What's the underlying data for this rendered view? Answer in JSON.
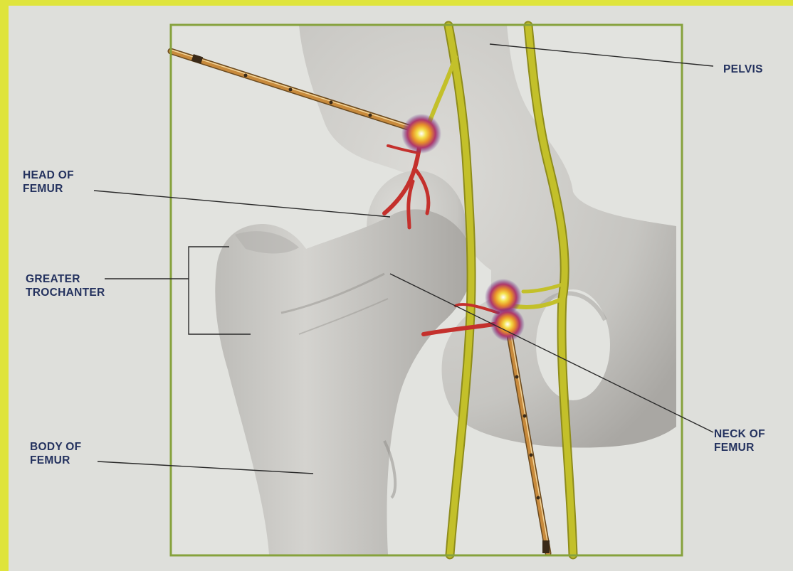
{
  "labels": {
    "pelvis": "PELVIS",
    "head_of_femur": "HEAD OF\nFEMUR",
    "greater_trochanter": "GREATER\nTROCHANTER",
    "body_of_femur": "BODY OF\nFEMUR",
    "neck_of_femur": "NECK OF\nFEMUR"
  },
  "colors": {
    "frame": "#86a23c",
    "bone": "#c9c8c4",
    "bone_shadow": "#9f9d99",
    "nerve": "#c3c02a",
    "nerve_shadow": "#8e8c1c",
    "probe": "#c88a3c",
    "vessel": "#c4302c",
    "label_text": "#23315e",
    "background": "#dedfdb",
    "border": "#dfe43c"
  }
}
